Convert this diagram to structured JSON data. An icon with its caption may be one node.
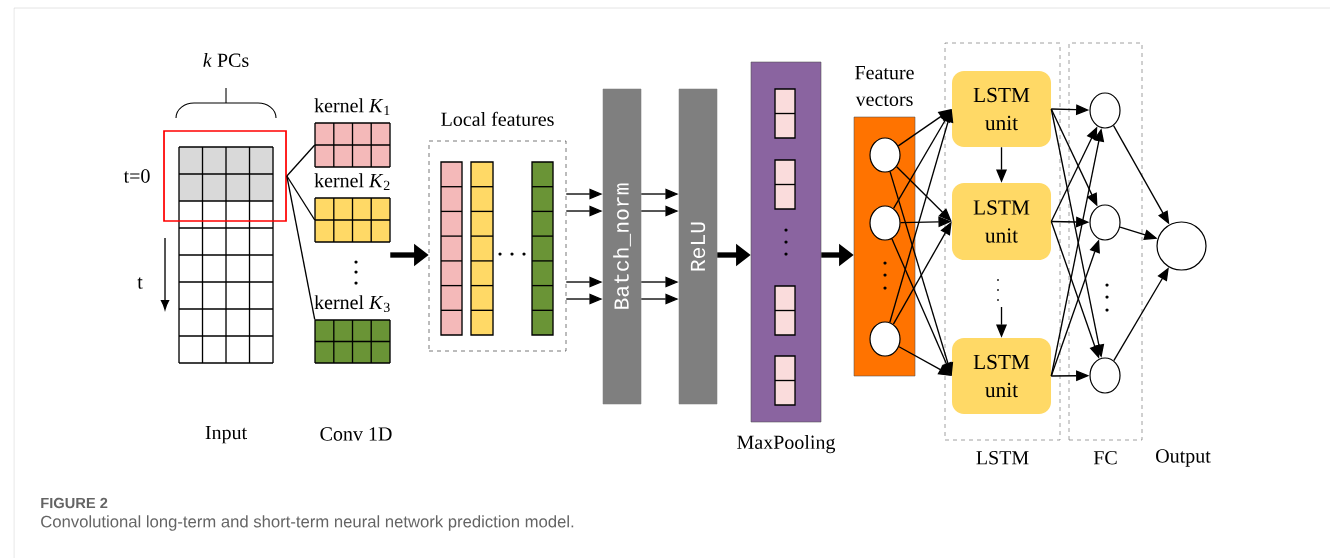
{
  "diagram": {
    "caption": "Convolutional long-term and short-term neural network prediction model.",
    "nodes": [
      {
        "text": [
          "Input"
        ]
      },
      {
        "text": [],
        "shape": "box"
      },
      {
        "text": [
          "kernel *K*$_{1}$"
        ]
      },
      {
        "text": [
          "kernel *K*$_{2}$"
        ]
      },
      {
        "text": [
          "kernel *K*$_{3}$"
        ]
      },
      {
        "text": [
          "Local features"
        ]
      },
      {
        "text": [
          "Batch_norm"
        ]
      },
      {
        "text": [
          "ReLU"
        ]
      },
      {
        "text": [
          "MaxPooling"
        ]
      },
      {
        "text": [
          "Feature vectors"
        ]
      },
      {
        "text": [],
        "shape": "circle",
        "in": 9
      },
      {
        "text": [],
        "shape": "circle",
        "in": 9
      },
      {
        "text": [],
        "shape": "circle",
        "in": 9
      },
      {
        "text": [
          "LSTM"
        ]
      },
      {
        "text": [
          "LSTM unit"
        ],
        "in": 13
      },
      {
        "text": [
          "LSTM unit"
        ],
        "in": 13
      },
      {
        "text": [
          "LSTM unit"
        ],
        "in": 13
      },
      {
        "text": [
          "FC"
        ]
      },
      {
        "text": [],
        "shape": "circle",
        "in": 17
      },
      {
        "text": [],
        "shape": "circle",
        "in": 17
      },
      {
        "text": [],
        "shape": "circle",
        "in": 17
      },
      {
        "text": [],
        "shape": "circle"
      }
    ],
    "edges": [
      {
        "from": 1,
        "to": 2,
        "arrow": "none"
      },
      {
        "from": 1,
        "to": 3,
        "arrow": "none"
      },
      {
        "from": 1,
        "to": 4,
        "arrow": "none"
      },
      {
        "from": 3,
        "to": 5,
        "arrow": "to",
        "style": "thick"
      },
      {
        "from": 5,
        "to": 6,
        "arrow": "to"
      },
      {
        "from": 5,
        "to": 6,
        "arrow": "to"
      },
      {
        "from": 5,
        "to": 6,
        "arrow": "to"
      },
      {
        "from": 5,
        "to": 6,
        "arrow": "to"
      },
      {
        "from": 6,
        "to": 7,
        "arrow": "to"
      },
      {
        "from": 6,
        "to": 7,
        "arrow": "to"
      },
      {
        "from": 6,
        "to": 7,
        "arrow": "to"
      },
      {
        "from": 6,
        "to": 7,
        "arrow": "to"
      },
      {
        "from": 7,
        "to": 8,
        "arrow": "to",
        "style": "thick"
      },
      {
        "from": 8,
        "to": 9,
        "arrow": "to",
        "style": "thick"
      },
      {
        "from": 10,
        "to": 14,
        "arrow": "to"
      },
      {
        "from": 10,
        "to": 15,
        "arrow": "to"
      },
      {
        "from": 10,
        "to": 16,
        "arrow": "to"
      },
      {
        "from": 11,
        "to": 14,
        "arrow": "to"
      },
      {
        "from": 11,
        "to": 15,
        "arrow": "to"
      },
      {
        "from": 11,
        "to": 16,
        "arrow": "to"
      },
      {
        "from": 12,
        "to": 14,
        "arrow": "to"
      },
      {
        "from": 12,
        "to": 15,
        "arrow": "to"
      },
      {
        "from": 12,
        "to": 16,
        "arrow": "to"
      },
      {
        "from": 14,
        "to": 15,
        "arrow": "to"
      },
      {
        "from": null,
        "to": 16,
        "arrow": "to"
      },
      {
        "from": 14,
        "to": 18,
        "arrow": "to"
      },
      {
        "from": 14,
        "to": 19,
        "arrow": "to"
      },
      {
        "from": 14,
        "to": 20,
        "arrow": "to"
      },
      {
        "from": 15,
        "to": 18,
        "arrow": "to"
      },
      {
        "from": 15,
        "to": 19,
        "arrow": "to"
      },
      {
        "from": 15,
        "to": 20,
        "arrow": "to"
      },
      {
        "from": 16,
        "to": 18,
        "arrow": "to"
      },
      {
        "from": 16,
        "to": 19,
        "arrow": "to"
      },
      {
        "from": 16,
        "to": 20,
        "arrow": "to"
      },
      {
        "from": 18,
        "to": 21,
        "arrow": "to"
      },
      {
        "from": 19,
        "to": 21,
        "arrow": "to"
      },
      {
        "from": 20,
        "to": 21,
        "arrow": "to"
      }
    ],
    "labels": [
      "*k* PCs",
      "t=0",
      "t",
      "Conv 1D",
      "Output",
      "FIGURE 2"
    ]
  }
}
